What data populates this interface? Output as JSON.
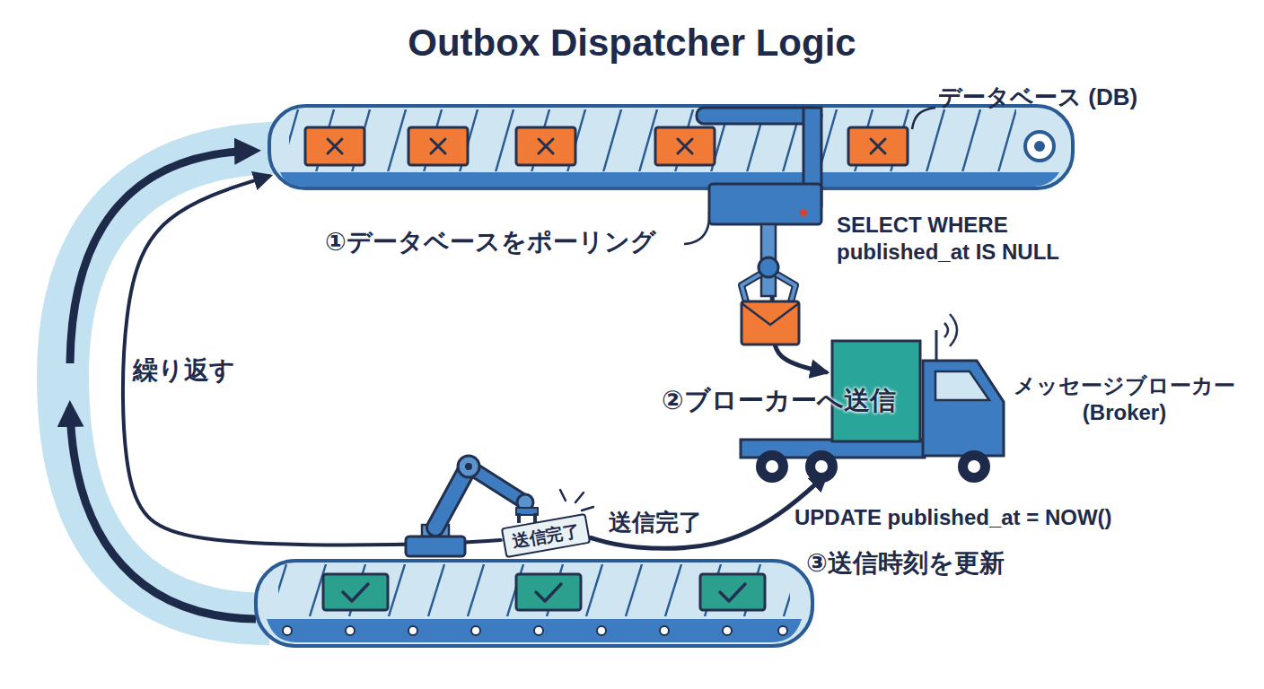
{
  "diagram": {
    "title": "Outbox Dispatcher Logic",
    "nodes": [
      {
        "text": [
          "データベース (DB)"
        ]
      },
      {
        "text": [
          "メッセージブローカー (Broker)"
        ]
      },
      {
        "text": [
          "送信完了"
        ]
      }
    ],
    "edges": [
      {
        "from": 0,
        "to": 1,
        "arrow": "to",
        "label": "②ブローカーへ送信"
      },
      {
        "from": 2,
        "to": 1,
        "arrow": "to",
        "label": "送信完了"
      },
      {
        "from": 2,
        "to": 0,
        "arrow": "to",
        "label": "繰り返す"
      }
    ],
    "labels": [
      "①データベースをポーリング",
      "SELECT WHERE published_at IS NULL",
      "UPDATE published_at = NOW()",
      "③送信時刻を更新"
    ]
  }
}
